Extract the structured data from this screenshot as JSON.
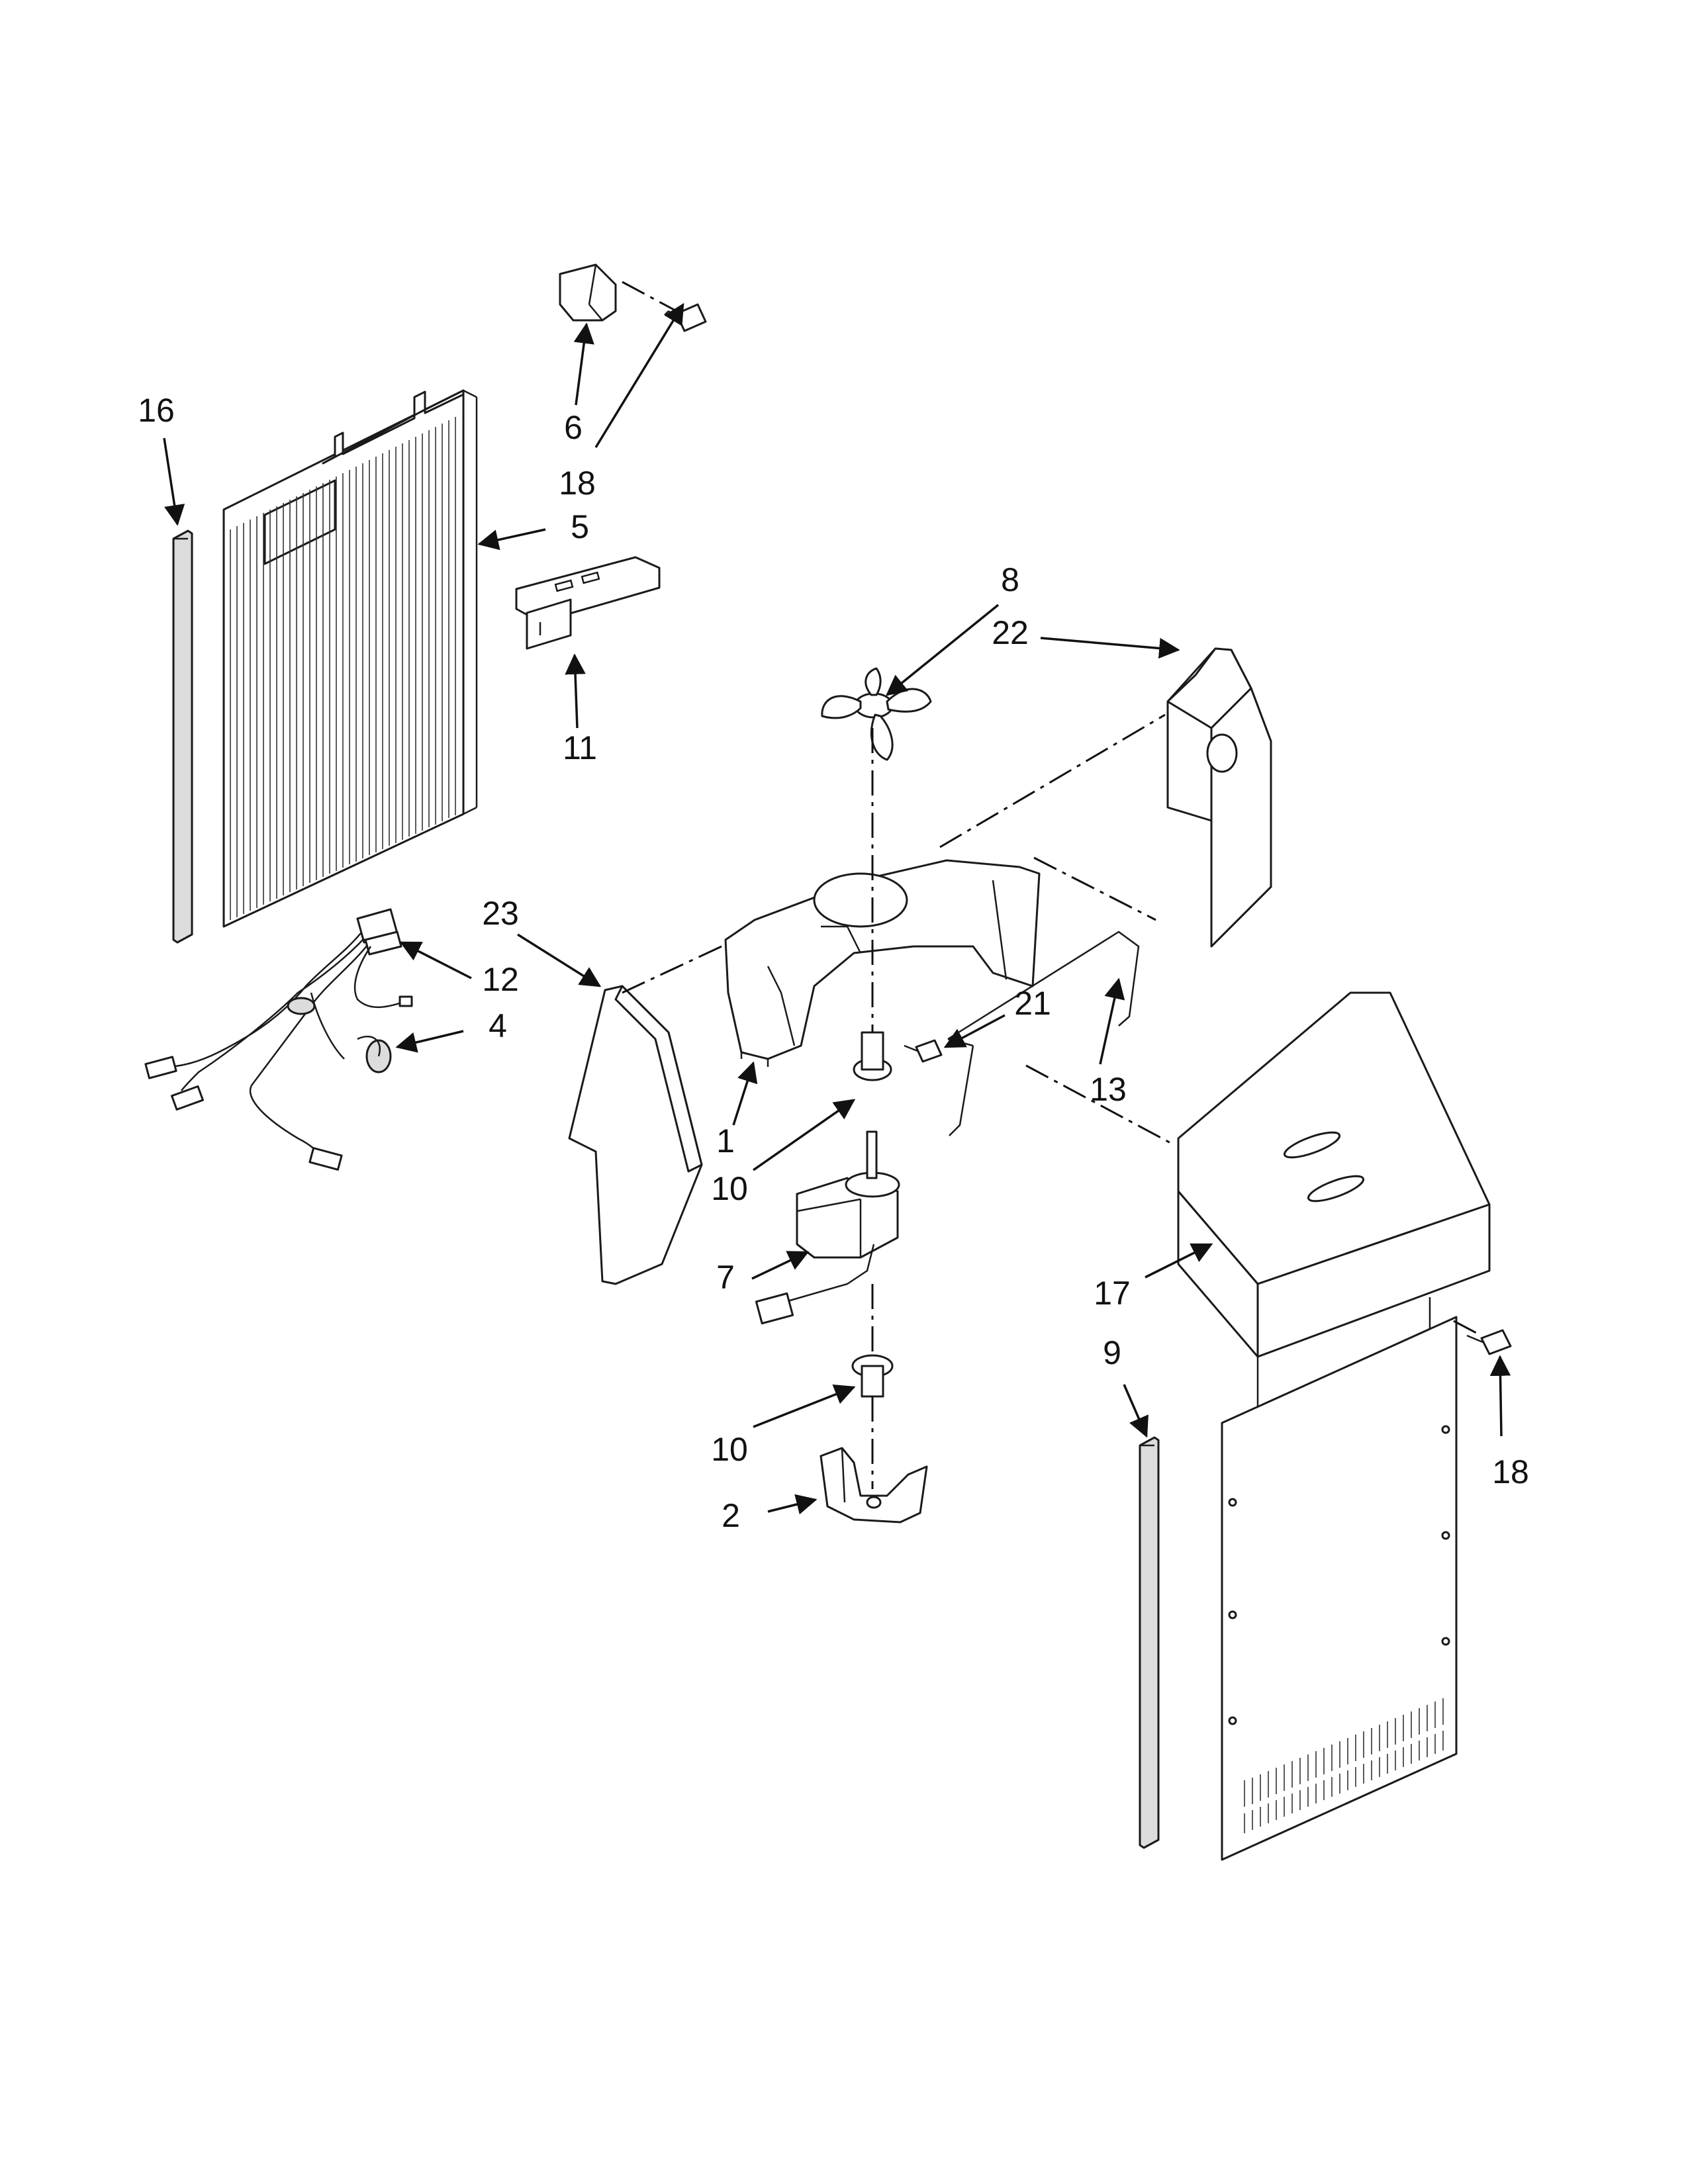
{
  "callouts": [
    {
      "id": "c16",
      "label": "16"
    },
    {
      "id": "c6",
      "label": "6"
    },
    {
      "id": "c18a",
      "label": "18"
    },
    {
      "id": "c5",
      "label": "5"
    },
    {
      "id": "c11",
      "label": "11"
    },
    {
      "id": "c8",
      "label": "8"
    },
    {
      "id": "c22",
      "label": "22"
    },
    {
      "id": "c23",
      "label": "23"
    },
    {
      "id": "c12",
      "label": "12"
    },
    {
      "id": "c4",
      "label": "4"
    },
    {
      "id": "c21",
      "label": "21"
    },
    {
      "id": "c13",
      "label": "13"
    },
    {
      "id": "c1",
      "label": "1"
    },
    {
      "id": "c10a",
      "label": "10"
    },
    {
      "id": "c7",
      "label": "7"
    },
    {
      "id": "c17",
      "label": "17"
    },
    {
      "id": "c9",
      "label": "9"
    },
    {
      "id": "c18b",
      "label": "18"
    },
    {
      "id": "c10b",
      "label": "10"
    },
    {
      "id": "c2",
      "label": "2"
    }
  ]
}
